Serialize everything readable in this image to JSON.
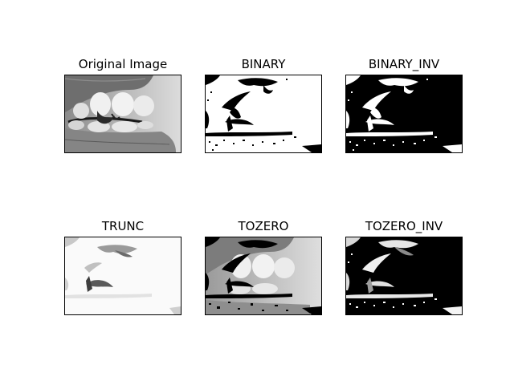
{
  "figure": {
    "panels": [
      {
        "title": "Original Image",
        "mode": "original"
      },
      {
        "title": "BINARY",
        "mode": "binary"
      },
      {
        "title": "BINARY_INV",
        "mode": "binary_inv"
      },
      {
        "title": "TRUNC",
        "mode": "trunc"
      },
      {
        "title": "TOZERO",
        "mode": "tozero"
      },
      {
        "title": "TOZERO_INV",
        "mode": "tozero_inv"
      }
    ],
    "colors": {
      "black": "#000000",
      "white": "#ffffff"
    }
  }
}
